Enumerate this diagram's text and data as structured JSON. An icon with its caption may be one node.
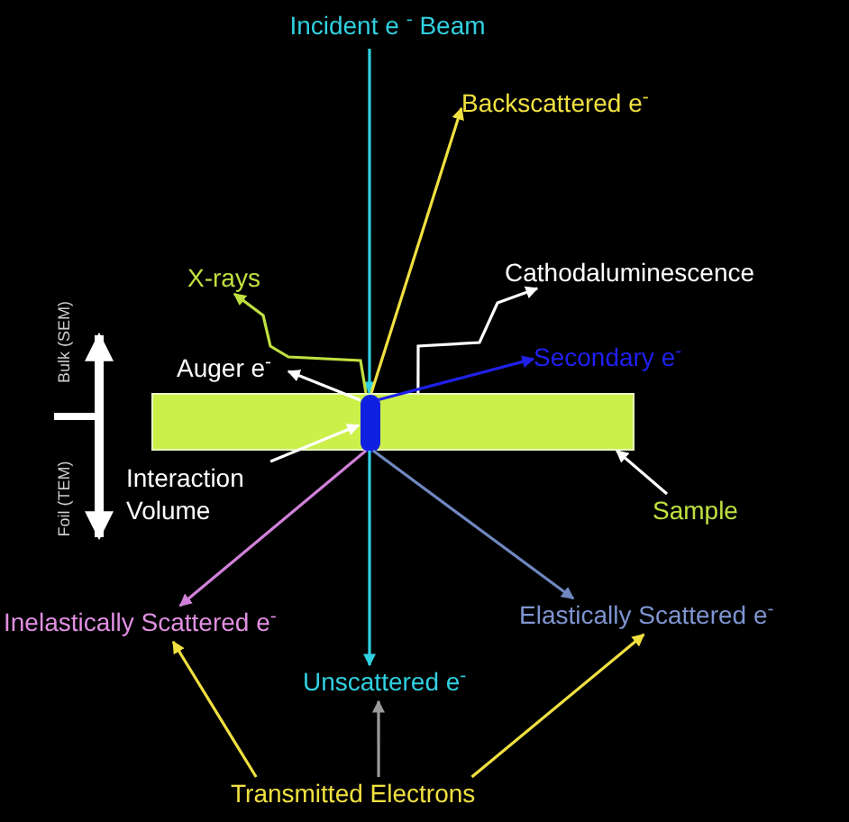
{
  "diagram": {
    "nodes": [
      {
        "text": [
          "Incident e $^{-}$ Beam"
        ]
      },
      {
        "text": [
          "Backscattered e$^{-}$"
        ]
      },
      {
        "text": [
          "X-rays"
        ]
      },
      {
        "text": [
          "Cathodaluminescence"
        ]
      },
      {
        "text": [
          "Auger e$^{-}$"
        ]
      },
      {
        "text": [
          "Secondary e$^{-}$"
        ]
      },
      {
        "text": [],
        "shape": "bar"
      },
      {
        "text": [],
        "shape": "circle",
        "in": 6
      },
      {
        "text": [
          "Interaction Volume"
        ]
      },
      {
        "text": [
          "Sample"
        ]
      },
      {
        "text": [
          "Inelastically Scattered e$^{-}$"
        ]
      },
      {
        "text": [
          "Elastically Scattered e$^{-}$"
        ]
      },
      {
        "text": [
          "Unscattered e$^{-}$"
        ]
      },
      {
        "text": [
          "Transmitted Electrons"
        ]
      }
    ],
    "edges": [
      {
        "from": 0,
        "to": 7,
        "arrow": "to",
        "color": "#30d0e0"
      },
      {
        "from": 7,
        "to": 12,
        "arrow": "to",
        "color": "#30d0e0"
      },
      {
        "from": 7,
        "to": 1,
        "arrow": "to",
        "color": "#f0e040"
      },
      {
        "from": 7,
        "to": 2,
        "arrow": "to",
        "color": "#c0e040"
      },
      {
        "from": 6,
        "to": 3,
        "arrow": "to",
        "color": "#ffffff"
      },
      {
        "from": 7,
        "to": 4,
        "arrow": "to",
        "color": "#ffffff"
      },
      {
        "from": 7,
        "to": 5,
        "arrow": "to",
        "color": "#2020e8"
      },
      {
        "from": 8,
        "to": 7,
        "arrow": "to",
        "color": "#ffffff"
      },
      {
        "from": 9,
        "to": 6,
        "arrow": "to",
        "color": "#ffffff"
      },
      {
        "from": 7,
        "to": 10,
        "arrow": "to",
        "color": "#d080d8"
      },
      {
        "from": 7,
        "to": 11,
        "arrow": "to",
        "color": "#7088c0"
      },
      {
        "from": 13,
        "to": 10,
        "arrow": "to",
        "color": "#f0e040"
      },
      {
        "from": 13,
        "to": 12,
        "arrow": "to",
        "color": "#9a9a9a"
      },
      {
        "from": 13,
        "to": 11,
        "arrow": "to",
        "color": "#f0e040"
      }
    ],
    "labels": [
      "Bulk (SEM)",
      "Foil (TEM)"
    ]
  }
}
